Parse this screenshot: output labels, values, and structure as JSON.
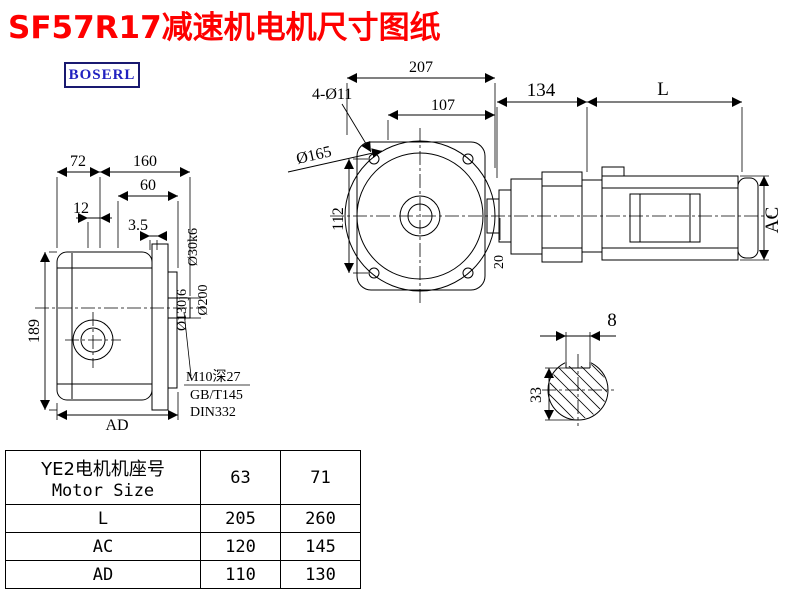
{
  "title": "SF57R17减速机电机尺寸图纸",
  "logo": "BOSERL",
  "colors": {
    "title": "#fe0000",
    "logo_text": "#2121c0",
    "line": "#000000"
  },
  "front": {
    "d72": "72",
    "d160": "160",
    "d60": "60",
    "d12": "12",
    "d35": "3.5",
    "d189": "189",
    "dAD": "AD",
    "d30": "Ø30k6",
    "d130": "Ø130j6",
    "d200": "Ø200",
    "m10": "M10深27",
    "gb": "GB/T145",
    "din": "DIN332"
  },
  "side": {
    "d207": "207",
    "holes": "4-Ø11",
    "d107": "107",
    "d134": "134",
    "dL": "L",
    "d165": "Ø165",
    "d112": "112",
    "d20": "20",
    "dAC": "AC"
  },
  "shaft": {
    "d8": "8",
    "d33": "33"
  },
  "table": {
    "header_cn": "YE2电机机座号",
    "header_en": "Motor Size",
    "columns": [
      "63",
      "71"
    ],
    "rows": [
      {
        "label": "L",
        "values": [
          "205",
          "260"
        ]
      },
      {
        "label": "AC",
        "values": [
          "120",
          "145"
        ]
      },
      {
        "label": "AD",
        "values": [
          "110",
          "130"
        ]
      }
    ]
  }
}
